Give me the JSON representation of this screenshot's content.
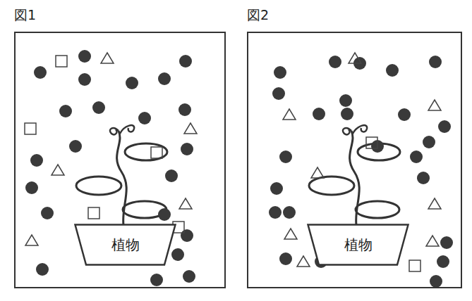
{
  "diagram": {
    "nodes": [
      {
        "text": [
          "図1"
        ]
      },
      {
        "text": [
          "植物"
        ],
        "in": 0
      },
      {
        "text": [
          "図2"
        ]
      },
      {
        "text": [
          "植物"
        ],
        "in": 2
      }
    ]
  }
}
